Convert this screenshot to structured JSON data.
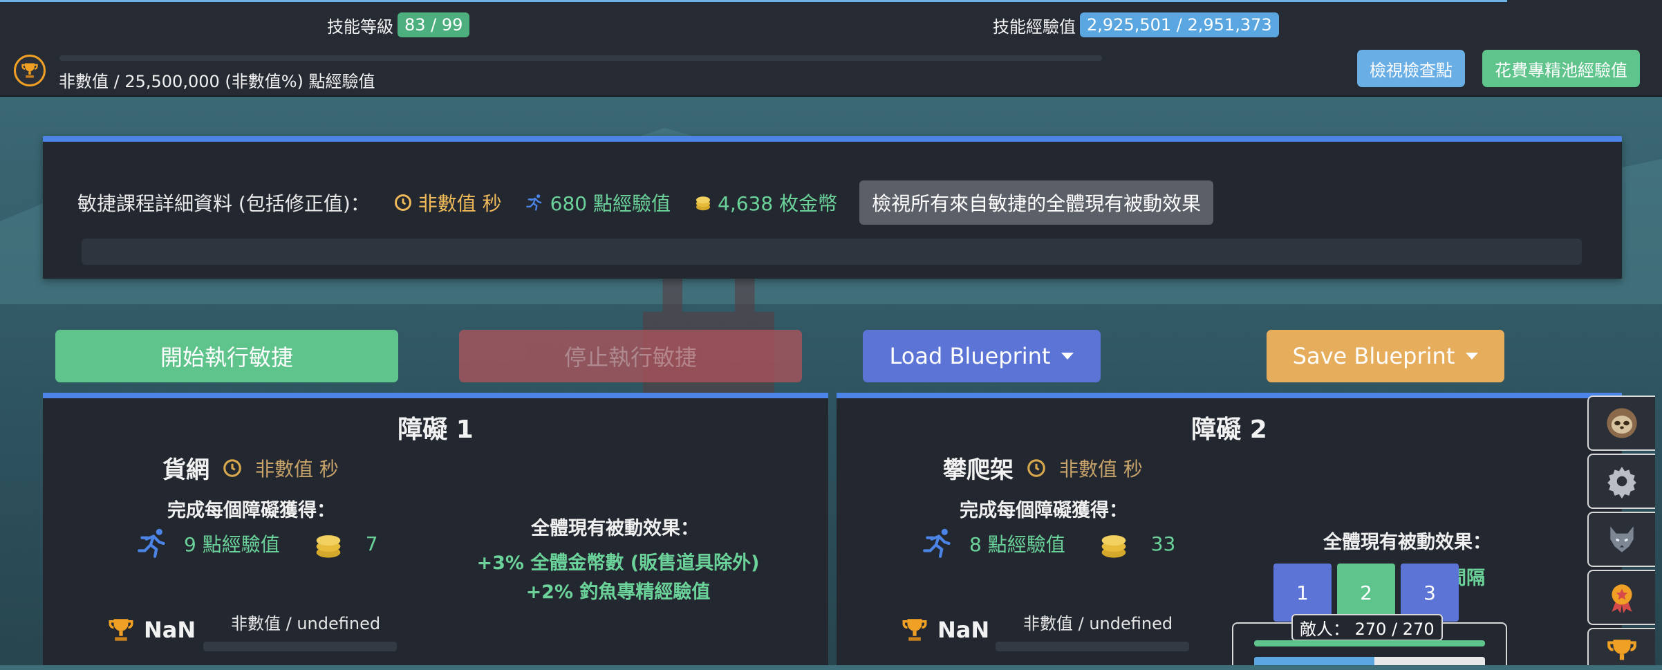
{
  "top": {
    "skill_level_label": "技能等級",
    "skill_level_value": "83 / 99",
    "skill_xp_label": "技能經驗值",
    "skill_xp_value": "2,925,501 / 2,951,373",
    "mastery_text": "非數值 / 25,500,000 (非數值%) 點經驗值",
    "view_checkpoints": "檢視檢查點",
    "spend_pool": "花費專精池經驗值"
  },
  "details": {
    "label": "敏捷課程詳細資料 (包括修正值)：",
    "time": "非數值 秒",
    "xp": "680 點經驗值",
    "gp": "4,638 枚金幣",
    "view_passives": "檢視所有來自敏捷的全體現有被動效果"
  },
  "actions": {
    "start": "開始執行敏捷",
    "stop": "停止執行敏捷",
    "load": "Load Blueprint",
    "save": "Save Blueprint"
  },
  "obstacles": [
    {
      "title": "障礙 1",
      "name": "貨網",
      "time": "非數值 秒",
      "reward_heading": "完成每個障礙獲得：",
      "xp": "9 點經驗值",
      "gp": "7",
      "passive_heading": "全體現有被動效果：",
      "passives": [
        "+3% 全體金幣數 (販售道具除外)",
        "+2% 釣魚專精經驗值"
      ],
      "mastery_level": "NaN",
      "mastery_text": "非數值 / undefined"
    },
    {
      "title": "障礙 2",
      "name": "攀爬架",
      "time": "非數值 秒",
      "reward_heading": "完成每個障礙獲得：",
      "xp": "8 點經驗值",
      "gp": "33",
      "passive_heading": "全體現有被動效果：",
      "passive_fragment": "間隔",
      "mastery_level": "NaN",
      "mastery_text": "非數值 / undefined"
    }
  ],
  "popup": {
    "tabs": [
      "1",
      "2",
      "3"
    ],
    "enemy_label": "敵人： 270 / 270",
    "enemy_hp_fraction": 1.0,
    "second_bar_fraction": 0.52
  },
  "colors": {
    "accent_blue": "#4c84e8",
    "green": "#5fc48b",
    "orange": "#e6ad5c",
    "red_disabled": "#b0545b",
    "blueprint_blue": "#5b74d6"
  },
  "sidebar_icons": [
    "sloth-icon",
    "gear-icon",
    "wolf-icon",
    "medal-icon",
    "trophy-icon"
  ]
}
